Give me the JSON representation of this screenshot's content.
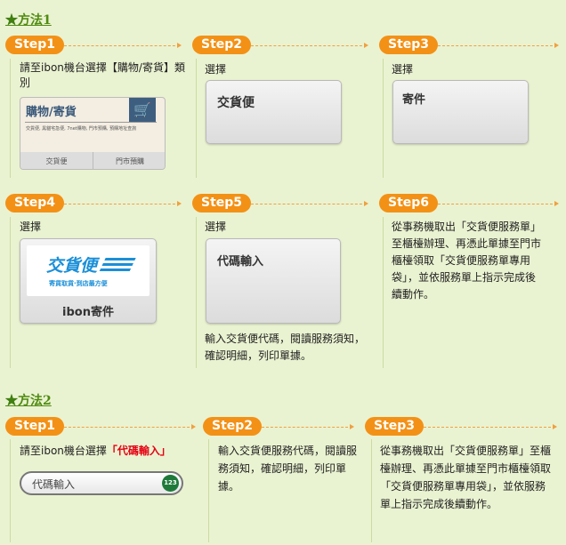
{
  "method1": {
    "title": "方法1",
    "steps": [
      {
        "label": "Step1",
        "text": "請至ibon機台選擇【購物/寄貨】類別",
        "card": {
          "title": "購物/寄貨",
          "desc": "交貨便, 黑貓宅急便, 7net購物, 門市預購, 預購地址查詢",
          "tab1": "交貨便",
          "tab2": "門市預購"
        }
      },
      {
        "label": "Step2",
        "text": "選擇",
        "button": "交貨便"
      },
      {
        "label": "Step3",
        "text": "選擇",
        "button": "寄件"
      },
      {
        "label": "Step4",
        "text": "選擇",
        "logo_text": "交貨便",
        "logo_sub": "寄貨取貨·到店最方便",
        "button": "ibon寄件"
      },
      {
        "label": "Step5",
        "text": "選擇",
        "button": "代碼輸入",
        "note": "輸入交貨便代碼，閱讀服務須知，確認明細，列印單據。"
      },
      {
        "label": "Step6",
        "text": "從事務機取出「交貨便服務單」至櫃檯辦理、再憑此單據至門市櫃檯領取「交貨便服務單專用袋」，並依服務單上指示完成後續動作。"
      }
    ]
  },
  "method2": {
    "title": "方法2",
    "steps": [
      {
        "label": "Step1",
        "text": "請至ibon機台選擇",
        "highlight": "「代碼輸入」",
        "input": "代碼輸入",
        "badge": "123"
      },
      {
        "label": "Step2",
        "text": "輸入交貨便服務代碼，閱讀服務須知，確認明細，列印單據。"
      },
      {
        "label": "Step3",
        "text": "從事務機取出「交貨便服務單」至櫃檯辦理、再憑此單據至門市櫃檯領取「交貨便服務單專用袋」，並依服務單上指示完成後續動作。"
      }
    ]
  },
  "colors": {
    "accent": "#f39116",
    "bg": "#eaf3d1",
    "title": "#4f8a10",
    "highlight": "#e60012"
  }
}
